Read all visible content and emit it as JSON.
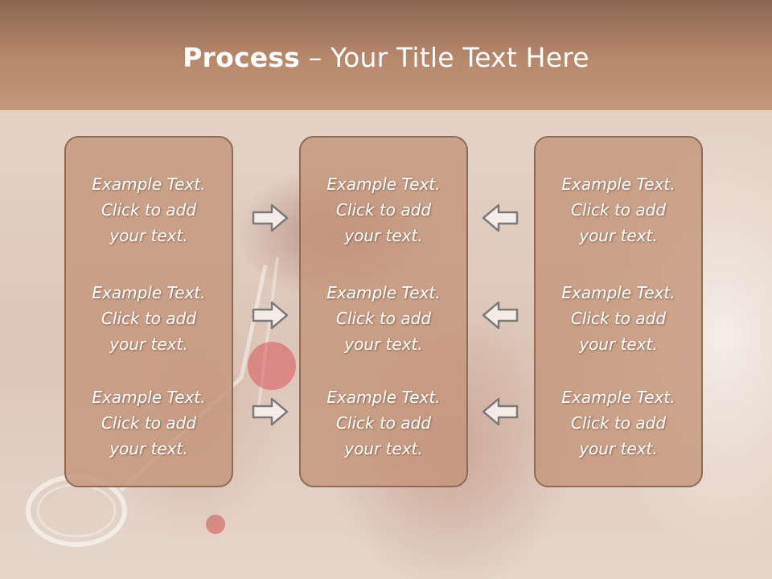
{
  "slide": {
    "title_bold": "Process",
    "title_rest": " – Your Title Text Here"
  },
  "columns": [
    {
      "items": [
        {
          "line1": "Example Text.",
          "line2": "Click  to add",
          "line3": "your text."
        },
        {
          "line1": "Example Text.",
          "line2": "Click  to add",
          "line3": "your text."
        },
        {
          "line1": "Example Text.",
          "line2": "Click  to add",
          "line3": "your text."
        }
      ]
    },
    {
      "items": [
        {
          "line1": "Example Text.",
          "line2": "Click  to add",
          "line3": "your text."
        },
        {
          "line1": "Example Text.",
          "line2": "Click  to add",
          "line3": "your text."
        },
        {
          "line1": "Example Text.",
          "line2": "Click  to add",
          "line3": "your text."
        }
      ]
    },
    {
      "items": [
        {
          "line1": "Example Text.",
          "line2": "Click  to add",
          "line3": "your text."
        },
        {
          "line1": "Example Text.",
          "line2": "Click  to add",
          "line3": "your text."
        },
        {
          "line1": "Example Text.",
          "line2": "Click  to add",
          "line3": "your text."
        }
      ]
    }
  ],
  "arrows": {
    "left_group": [
      "right-arrow-icon",
      "right-arrow-icon",
      "right-arrow-icon"
    ],
    "right_group": [
      "left-arrow-icon",
      "left-arrow-icon",
      "left-arrow-icon"
    ]
  },
  "colors": {
    "header_top": "#8b6751",
    "header_bottom": "#c3977b",
    "box_fill": "#c4967b",
    "box_border": "#8f6a57",
    "text": "#ffffff"
  }
}
